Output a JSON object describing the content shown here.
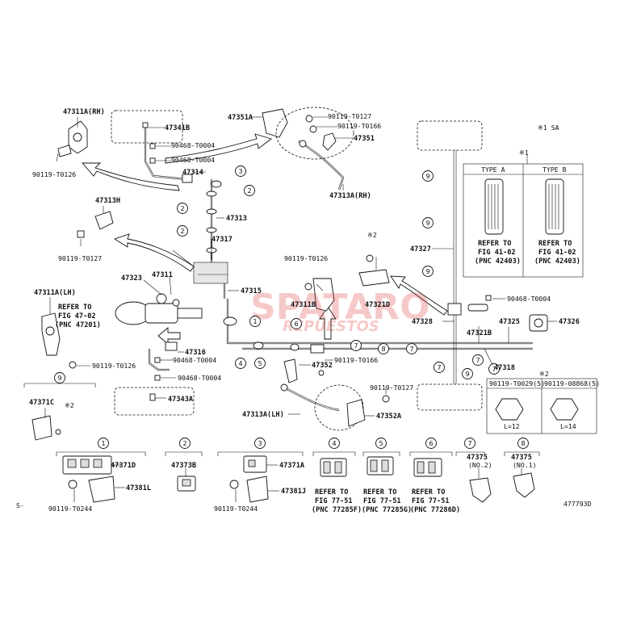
{
  "labels": {
    "p47311a_rh": "47311A(RH)",
    "p47341b": "47341B",
    "p90468_t0004_a": "90468-T0004",
    "p90468_t0004_b": "90468-T0004",
    "p47314": "47314",
    "p90119_t0126_a": "90119-T0126",
    "p47351a": "47351A",
    "p90119_t0127_a": "90119-T0127",
    "p90119_t0166_a": "90119-T0166",
    "p47351": "47351",
    "p47313a_rh": "47313A(RH)",
    "note_sa": "※1 SA",
    "note_1": "※1",
    "type_a": "TYPE A",
    "type_b": "TYPE B",
    "refer_a1": "REFER TO",
    "refer_a2": "FIG 41-02",
    "refer_a3": "(PNC 42403)",
    "refer_b1": "REFER TO",
    "refer_b2": "FIG 41-02",
    "refer_b3": "(PNC 42403)",
    "p47313h": "47313H",
    "p47313": "47313",
    "p47317": "47317",
    "p90119_t0127_b": "90119-T0127",
    "p90119_t0126_b": "90119-T0126",
    "note_2a": "※2",
    "p47327": "47327",
    "p47323": "47323",
    "p47311": "47311",
    "p47315": "47315",
    "p47311b": "47311B",
    "p47321d": "47321D",
    "p90468_t0004_c": "90468-T0004",
    "p47311a_lh": "47311A(LH)",
    "refer_c1": "REFER TO",
    "refer_c2": "FIG 47-02",
    "refer_c3": "(PNC 47201)",
    "p47328": "47328",
    "p47325": "47325",
    "p47326": "47326",
    "p47321b": "47321B",
    "p47316": "47316",
    "p90119_t0126_c": "90119-T0126",
    "p90468_t0004_d": "90468-T0004",
    "p90468_t0004_e": "90468-T0004",
    "p47352": "47352",
    "p90119_t0166_b": "90119-T0166",
    "p47318": "47318",
    "p47343a": "47343A",
    "p90119_t0127_c": "90119-T0127",
    "p47313a_lh": "47313A(LH)",
    "p47352a": "47352A",
    "p47371c": "47371C",
    "note_2b": "※2",
    "note_2c": "※2",
    "bolt_a": "90119-T0029(5)",
    "bolt_b": "90119-08868(5)",
    "len_a": "L=12",
    "len_b": "L=14",
    "p47371d": "47371D",
    "p47381l": "47381L",
    "p90119_t0244_a": "90119-T0244",
    "p47373b": "47373B",
    "p47371a": "47371A",
    "p47381j": "47381J",
    "p90119_t0244_b": "90119-T0244",
    "refer_d1": "REFER TO",
    "refer_d2": "FIG 77-51",
    "refer_d3": "(PNC 77285F)",
    "refer_e1": "REFER TO",
    "refer_e2": "FIG 77-51",
    "refer_e3": "(PNC 77285G)",
    "refer_f1": "REFER TO",
    "refer_f2": "FIG 77-51",
    "refer_f3": "(PNC 77286D)",
    "p47375_a": "47375",
    "p47375_a_sub": "(NO.2)",
    "p47375_b": "47375",
    "p47375_b_sub": "(NO.1)",
    "corner_left": "S-",
    "diagram_id": "477793D"
  },
  "callouts": [
    "1",
    "2",
    "3",
    "4",
    "5",
    "6",
    "7",
    "8",
    "9"
  ],
  "watermark": {
    "line1": "SPATARO",
    "line2": "REPUESTOS"
  },
  "colors": {
    "ink": "#111111",
    "watermark": "#e04040",
    "paper": "#ffffff"
  }
}
